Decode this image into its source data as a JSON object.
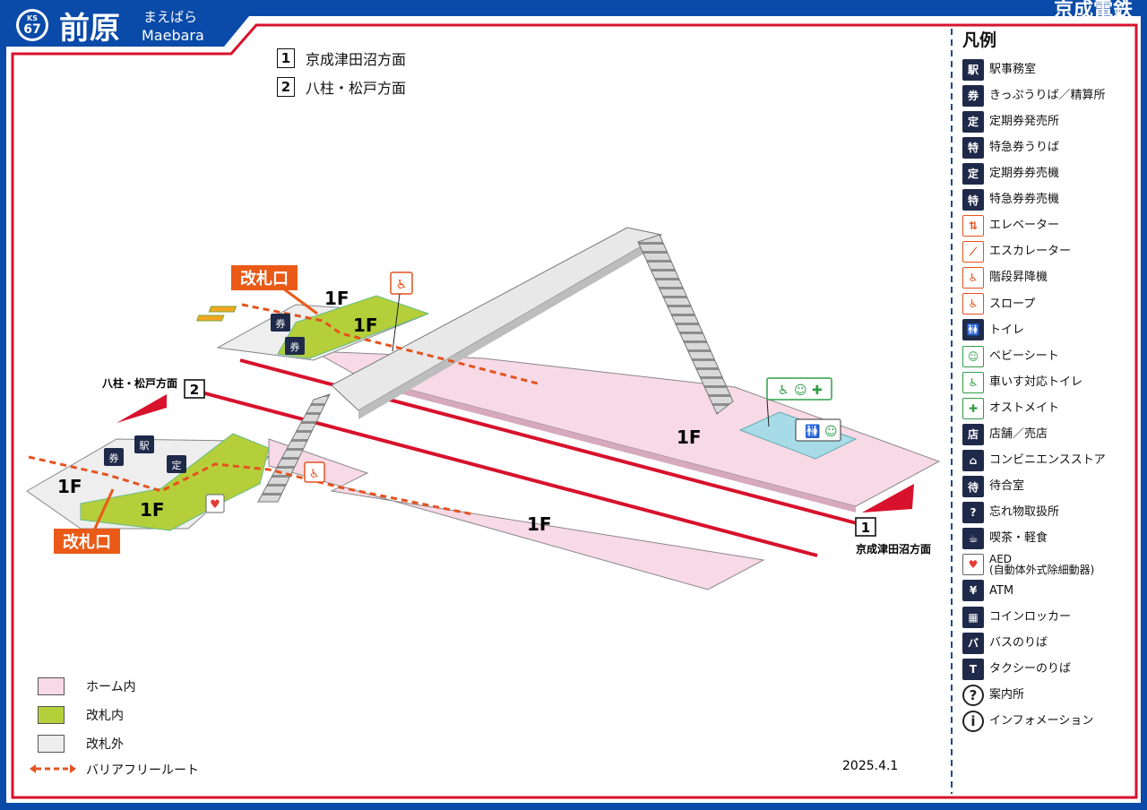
{
  "header": {
    "station_number_prefix": "KS",
    "station_number": "67",
    "station_name": "前原",
    "station_kana": "まえばら",
    "station_romaji": "Maebara",
    "company": "京成電鉄"
  },
  "directions": [
    {
      "num": "1",
      "label": "京成津田沼方面"
    },
    {
      "num": "2",
      "label": "八柱・松戸方面"
    }
  ],
  "map_labels": {
    "gate_upper": "改札口",
    "gate_lower": "改札口",
    "floor": "1F",
    "dir2_label": "八柱・松戸方面",
    "dir2_num": "2",
    "dir1_label": "京成津田沼方面",
    "dir1_num": "1"
  },
  "legend": {
    "title": "凡例",
    "items": [
      {
        "icon": "station-office-icon",
        "style": "navy",
        "glyph": "駅",
        "label": "駅事務室"
      },
      {
        "icon": "ticket-counter-icon",
        "style": "navy",
        "glyph": "券",
        "label": "きっぷうりば／精算所"
      },
      {
        "icon": "commuter-pass-office-icon",
        "style": "navy",
        "glyph": "定",
        "label": "定期券発売所"
      },
      {
        "icon": "limited-express-ticket-icon",
        "style": "navy",
        "glyph": "特",
        "label": "特急券うりば"
      },
      {
        "icon": "commuter-pass-machine-icon",
        "style": "navy",
        "glyph": "定",
        "label": "定期券券売機"
      },
      {
        "icon": "limited-express-machine-icon",
        "style": "navy",
        "glyph": "特",
        "label": "特急券券売機"
      },
      {
        "icon": "elevator-icon",
        "style": "orange",
        "glyph": "⇅",
        "label": "エレベーター"
      },
      {
        "icon": "escalator-icon",
        "style": "orange",
        "glyph": "⟋",
        "label": "エスカレーター"
      },
      {
        "icon": "stair-lift-icon",
        "style": "orange",
        "glyph": "♿",
        "label": "階段昇降機"
      },
      {
        "icon": "slope-icon",
        "style": "orange",
        "glyph": "♿",
        "label": "スロープ"
      },
      {
        "icon": "toilet-icon",
        "style": "navy",
        "glyph": "🚻",
        "label": "トイレ"
      },
      {
        "icon": "baby-seat-icon",
        "style": "green",
        "glyph": "☺",
        "label": "ベビーシート"
      },
      {
        "icon": "accessible-toilet-icon",
        "style": "green",
        "glyph": "♿",
        "label": "車いす対応トイレ"
      },
      {
        "icon": "ostomate-icon",
        "style": "green",
        "glyph": "✚",
        "label": "オストメイト"
      },
      {
        "icon": "shop-icon",
        "style": "navy",
        "glyph": "店",
        "label": "店舗／売店"
      },
      {
        "icon": "convenience-store-icon",
        "style": "navy",
        "glyph": "⌂",
        "label": "コンビニエンスストア"
      },
      {
        "icon": "waiting-room-icon",
        "style": "navy",
        "glyph": "待",
        "label": "待合室"
      },
      {
        "icon": "lost-and-found-icon",
        "style": "navy",
        "glyph": "?",
        "label": "忘れ物取扱所"
      },
      {
        "icon": "cafe-icon",
        "style": "navy",
        "glyph": "☕",
        "label": "喫茶・軽食"
      },
      {
        "icon": "aed-icon",
        "style": "heart",
        "glyph": "♥",
        "label": "AED\n(自動体外式除細動器)"
      },
      {
        "icon": "atm-icon",
        "style": "navy",
        "glyph": "¥",
        "label": "ATM"
      },
      {
        "icon": "coin-locker-icon",
        "style": "navy",
        "glyph": "▦",
        "label": "コインロッカー"
      },
      {
        "icon": "bus-icon",
        "style": "navy",
        "glyph": "バ",
        "label": "バスのりば"
      },
      {
        "icon": "taxi-icon",
        "style": "navy",
        "glyph": "T",
        "label": "タクシーのりば"
      },
      {
        "icon": "information-desk-icon",
        "style": "circle",
        "glyph": "?",
        "label": "案内所"
      },
      {
        "icon": "information-icon",
        "style": "circle",
        "glyph": "i",
        "label": "インフォメーション"
      }
    ]
  },
  "key": {
    "platform": "ホーム内",
    "inside_gate": "改札内",
    "outside_gate": "改札外",
    "barrier_free": "バリアフリールート"
  },
  "colors": {
    "frame_blue": "#0a4aa8",
    "frame_red": "#d8112c",
    "platform_pink": "#f8d9e6",
    "inside_green": "#b5cf3a",
    "outside_gray": "#eeeeee",
    "gate_orange": "#ea5a17",
    "route_orange": "#e4531f",
    "toilet_blue": "#a8dbe8"
  },
  "date": "2025.4.1"
}
